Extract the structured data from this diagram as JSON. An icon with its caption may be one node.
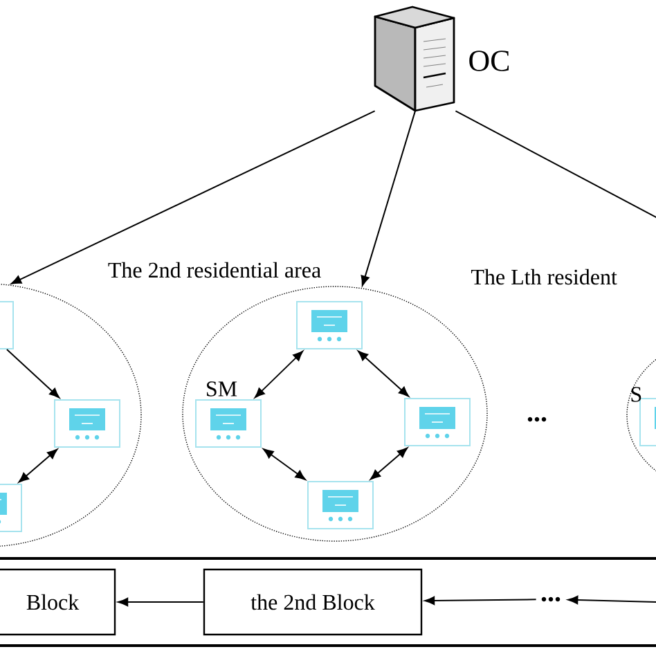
{
  "diagram": {
    "nodes": [
      {
        "text": [],
        "shape": "picture",
        "beside": [
          "OC"
        ]
      },
      {
        "text": [],
        "shape": "ellipse"
      },
      {
        "text": [],
        "shape": "meter",
        "in": 1
      },
      {
        "text": [],
        "shape": "meter",
        "in": 1
      },
      {
        "text": [],
        "shape": "meter",
        "in": 1
      },
      {
        "text": [
          "The 2nd residential area"
        ]
      },
      {
        "text": [],
        "shape": "meter",
        "in": 5
      },
      {
        "text": [],
        "shape": "meter",
        "in": 5,
        "beside": [
          "SM"
        ]
      },
      {
        "text": [],
        "shape": "meter",
        "in": 5
      },
      {
        "text": [],
        "shape": "meter",
        "in": 5
      },
      {
        "text": [
          "The Lth resident"
        ]
      },
      {
        "text": [],
        "shape": "meter",
        "in": 10,
        "beside": [
          "S"
        ]
      },
      {
        "text": [],
        "shape": "box"
      },
      {
        "text": [
          "Block"
        ],
        "in": 12
      },
      {
        "text": [
          "the 2nd Block"
        ],
        "in": 12
      },
      {
        "text": [
          "..."
        ],
        "in": 12
      }
    ],
    "edges": [
      {
        "from": 0,
        "to": 1,
        "arrow": "to"
      },
      {
        "from": 0,
        "to": 5,
        "arrow": "to"
      },
      {
        "from": 0,
        "to": null,
        "arrow": "none"
      },
      {
        "from": 2,
        "to": 3,
        "arrow": "to"
      },
      {
        "from": 4,
        "to": 3,
        "arrow": "both"
      },
      {
        "from": 7,
        "to": 6,
        "arrow": "both"
      },
      {
        "from": 7,
        "to": 9,
        "arrow": "both"
      },
      {
        "from": 6,
        "to": 8,
        "arrow": "both"
      },
      {
        "from": 9,
        "to": 8,
        "arrow": "both"
      },
      {
        "from": 14,
        "to": 13,
        "arrow": "to"
      },
      {
        "from": 15,
        "to": 14,
        "arrow": "to"
      },
      {
        "from": null,
        "to": 15,
        "arrow": "to"
      }
    ],
    "labels": [
      "..."
    ]
  }
}
